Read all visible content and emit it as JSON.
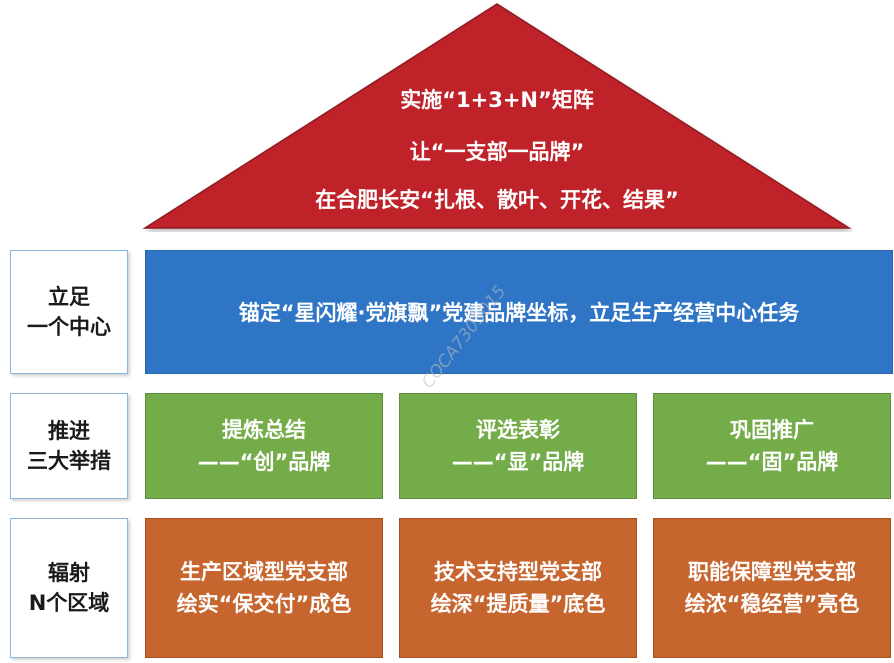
{
  "colors": {
    "roof": "#c0202a",
    "band": "#2e75c6",
    "green": "#74ac49",
    "orange": "#c7652e"
  },
  "roof": {
    "line1": "实施“1+3+N”矩阵",
    "line2": "让“一支部一品牌”",
    "line3": "在合肥长安“扎根、散叶、开花、结果”"
  },
  "rows": {
    "center": {
      "label_line1": "立足",
      "label_line2": "一个中心",
      "content": "锚定“星闪耀·党旗飘”党建品牌坐标，立足生产经营中心任务"
    },
    "measures": {
      "label_line1": "推进",
      "label_line2": "三大举措",
      "items": [
        {
          "line1": "提炼总结",
          "line2": "——“创”品牌"
        },
        {
          "line1": "评选表彰",
          "line2": "——“显”品牌"
        },
        {
          "line1": "巩固推广",
          "line2": "——“固”品牌"
        }
      ]
    },
    "regions": {
      "label_line1": "辐射",
      "label_line2": "N个区域",
      "items": [
        {
          "line1": "生产区域型党支部",
          "line2": "绘实“保交付”成色"
        },
        {
          "line1": "技术支持型党支部",
          "line2": "绘深“提质量”底色"
        },
        {
          "line1": "职能保障型党支部",
          "line2": "绘浓“稳经营”亮色"
        }
      ]
    }
  },
  "watermark": "CQCA7305015"
}
